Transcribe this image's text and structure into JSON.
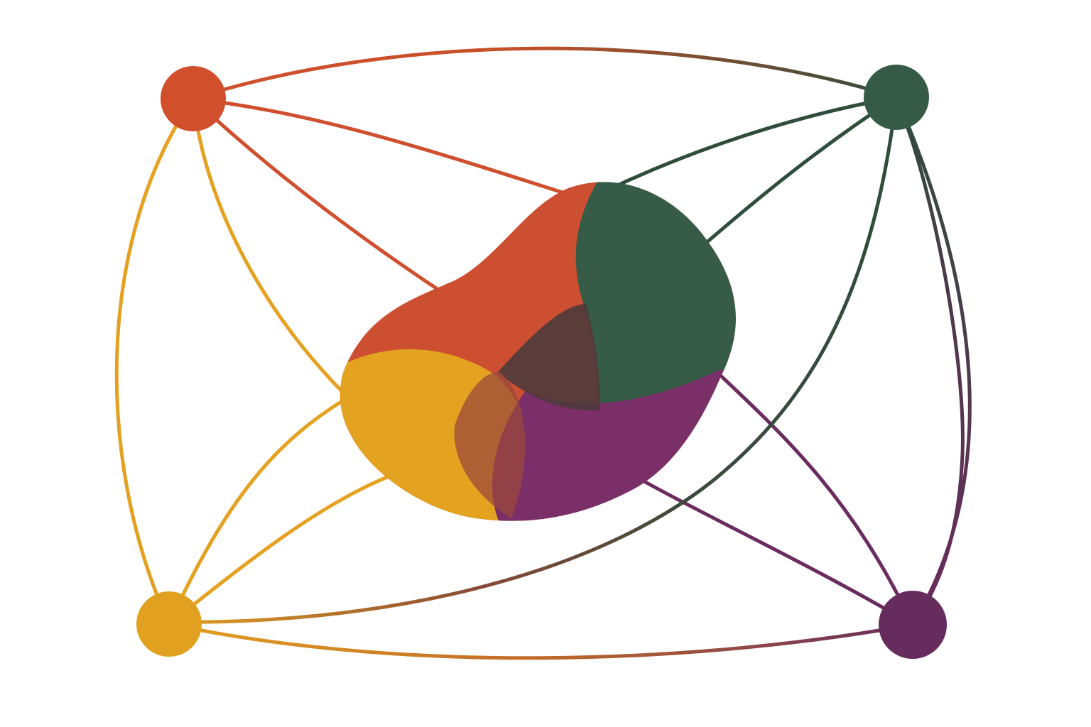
{
  "diagram": {
    "nodes": [
      {
        "id": "top-left",
        "color": "#d24f2e"
      },
      {
        "id": "top-right",
        "color": "#355a45"
      },
      {
        "id": "bottom-left",
        "color": "#e2a020"
      },
      {
        "id": "bottom-right",
        "color": "#672c5e"
      }
    ],
    "edges": [
      {
        "from": "top-left",
        "to": "top-right",
        "style": "curved-outer"
      },
      {
        "from": "top-left",
        "to": "bottom-left",
        "style": "curved-outer"
      },
      {
        "from": "top-right",
        "to": "bottom-right",
        "style": "curved-outer"
      },
      {
        "from": "bottom-left",
        "to": "bottom-right",
        "style": "curved-outer"
      },
      {
        "from": "top-left",
        "to": "bottom-right",
        "style": "diagonal"
      },
      {
        "from": "top-right",
        "to": "bottom-left",
        "style": "diagonal"
      },
      {
        "from": "top-left",
        "to": "center-blob",
        "style": "to-center"
      },
      {
        "from": "top-right",
        "to": "center-blob",
        "style": "to-center"
      },
      {
        "from": "bottom-left",
        "to": "center-blob",
        "style": "to-center"
      },
      {
        "from": "bottom-right",
        "to": "center-blob",
        "style": "to-center"
      }
    ],
    "center_blob": {
      "segments": [
        {
          "color": "#cc4f32"
        },
        {
          "color": "#365b47"
        },
        {
          "color": "#e3a21f"
        },
        {
          "color": "#7b2f69"
        }
      ]
    }
  }
}
